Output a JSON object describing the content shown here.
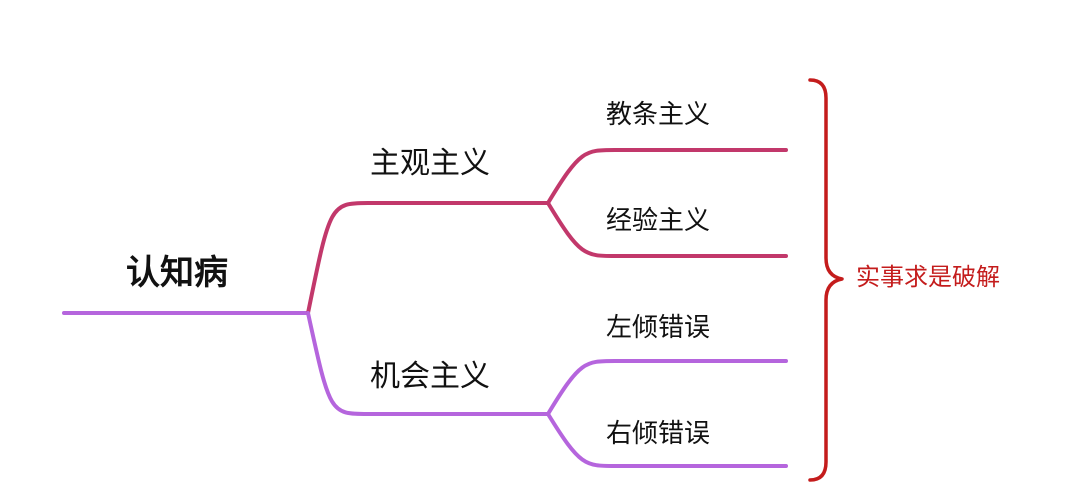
{
  "root": {
    "label": "认知病"
  },
  "branches": [
    {
      "label": "主观主义",
      "children": [
        {
          "label": "教条主义"
        },
        {
          "label": "经验主义"
        }
      ]
    },
    {
      "label": "机会主义",
      "children": [
        {
          "label": "左倾错误"
        },
        {
          "label": "右倾错误"
        }
      ]
    }
  ],
  "solution": {
    "label": "实事求是破解"
  },
  "colors": {
    "upper_branch": "#c2386b",
    "lower_branch": "#b565dd",
    "bracket": "#c41c1c",
    "solution_text": "#c41c1c",
    "label_text": "#111111"
  }
}
